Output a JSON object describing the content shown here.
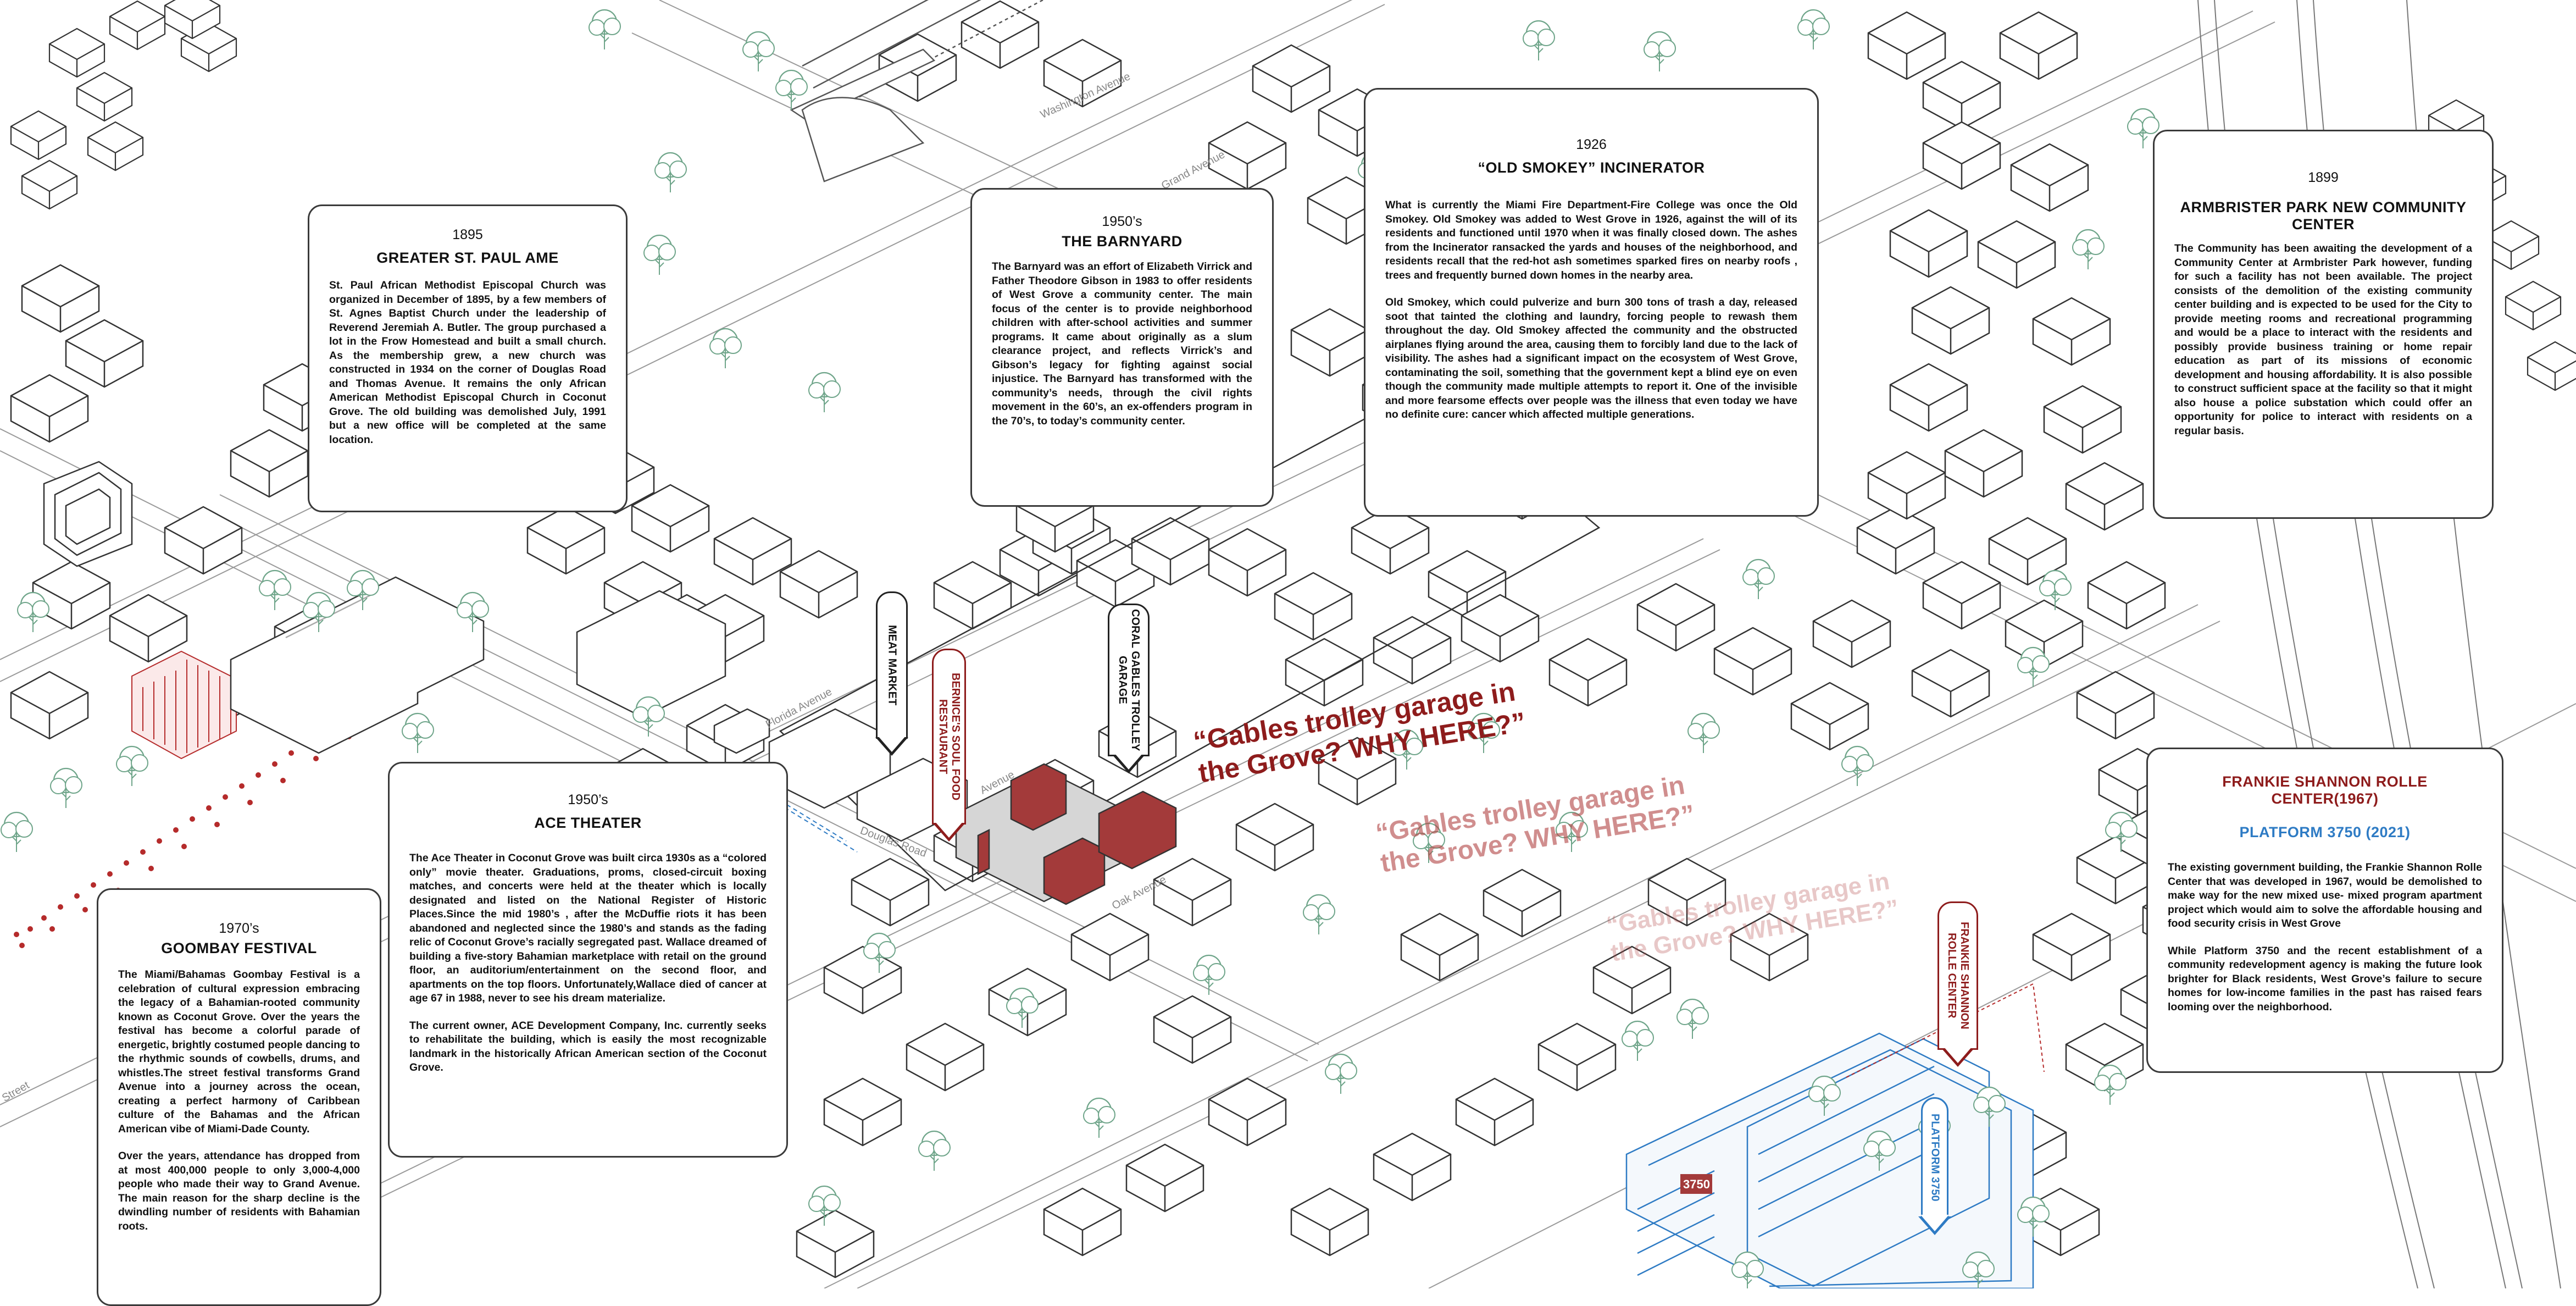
{
  "palette": {
    "card_border": "#3a3a3a",
    "accent_red": "#8e1c1c",
    "accent_blue": "#2e7bc4",
    "tree_green": "#6fa58a"
  },
  "cards": {
    "paul": {
      "year": "1895",
      "title": "GREATER ST. PAUL AME",
      "body": "St. Paul African Methodist Episcopal Church was organized in December of 1895, by a few members of St. Agnes Baptist Church under the leadership of Reverend Jeremiah A. Butler. The group purchased a lot in the Frow Homestead and built a small church. As the membership grew, a new church was constructed in 1934 on the corner of Douglas Road and Thomas Avenue. It remains the only African American Methodist Episcopal Church in Coconut Grove. The old building was demolished July, 1991 but a new office will be completed at the same location."
    },
    "barnyard": {
      "year": "1950’s",
      "title": "THE BARNYARD",
      "body": "The Barnyard was an effort of Elizabeth Virrick and Father Theodore Gibson in 1983 to offer residents of West Grove a community center. The main focus of the center is to provide neighborhood children with after-school activities and summer programs. It came about originally as a slum clearance project, and reflects Virrick’s and Gibson’s legacy for fighting against social injustice. The Barnyard has transformed with the community’s needs, through the civil rights movement in the 60’s, an ex-offenders program in the 70’s, to today’s community center."
    },
    "smokey": {
      "year": "1926",
      "title": "“OLD SMOKEY” INCINERATOR",
      "body1": "What is currently the Miami Fire Department-Fire College was once the Old Smokey. Old Smokey was added to West Grove in 1926, against the will of its residents and functioned until 1970 when it was finally closed down. The ashes from the Incinerator ransacked the yards and houses of the neighborhood, and residents recall that the red-hot ash sometimes sparked fires on nearby roofs , trees and frequently burned down homes in the nearby area.",
      "body2": "Old Smokey, which could pulverize and burn 300 tons of trash a day, released soot that tainted the clothing and laundry, forcing people to rewash them throughout the day. Old Smokey affected the community and the obstructed airplanes flying around the area, causing them to forcibly land due to the lack of visibility. The ashes had a significant impact on the ecosystem of West Grove, contaminating the soil, something that the government kept a blind eye on even though the community made multiple attempts to report it. One of the invisible and more fearsome effects over people was the illness that even today we have no definite cure: cancer which affected multiple generations."
    },
    "armbrister": {
      "year": "1899",
      "title": "ARMBRISTER PARK NEW COMMUNITY CENTER",
      "body": "The Community has been awaiting the development of a Community Center at Armbrister Park however, funding for such a facility has not been available. The project consists of the demolition of the existing community center building and is expected to be used for the City to provide meeting rooms and recreational programming and would be a place to interact with the residents and possibly provide business training or home repair education as part of its missions of economic development and housing affordability. It is also possible to construct sufficient space at the facility so that it might also house a police substation which could offer an opportunity for police to interact with residents on a regular basis."
    },
    "ace": {
      "year": "1950’s",
      "title": "ACE THEATER",
      "body1": "The Ace Theater in Coconut Grove was built circa 1930s as a “colored only” movie theater. Graduations, proms, closed-circuit boxing matches, and concerts were held at the theater which is locally designated and listed on the National Register of Historic Places.Since the mid 1980’s , after the McDuffie riots it has been abandoned and neglected since the 1980’s and stands as the fading relic of Coconut Grove’s racially segregated past. Wallace dreamed of building a five-story Bahamian marketplace with retail on the ground floor, an auditorium/entertainment on the second floor, and apartments on the top floors. Unfortunately,Wallace died of cancer at age 67 in 1988, never to see his dream materialize.",
      "body2": "The current owner, ACE Development Company, Inc. currently seeks to rehabilitate the building, which is easily the most recognizable landmark in the historically African American section of the Coconut Grove."
    },
    "goombay": {
      "year": "1970’s",
      "title": "GOOMBAY FESTIVAL",
      "body1": "The Miami/Bahamas Goombay Festival is a celebration of cultural expression embracing the legacy of a Bahamian-rooted community known as Coconut Grove. Over the years the festival has become a colorful parade of energetic, brightly costumed people dancing to the rhythmic sounds of cowbells, drums, and whistles.The street festival transforms Grand Avenue into a journey across the ocean, creating a perfect harmony of Caribbean culture of the Bahamas and the African American vibe of Miami-Dade County.",
      "body2": "Over the years, attendance has dropped from at most 400,000 people to only 3,000-4,000 people who made their way to Grand Avenue. The main reason for the sharp decline is the dwindling number of residents with Bahamian roots."
    },
    "rolle": {
      "title": "FRANKIE SHANNON ROLLE CENTER(1967)",
      "subtitle": "PLATFORM 3750 (2021)",
      "body1": "The existing government building, the Frankie Shannon Rolle Center that was developed in 1967, would be demolished to make way for the new mixed use- mixed program apartment project which would aim to solve the affordable housing and food security crisis in West Grove",
      "body2": "While Platform 3750 and the recent establishment of a community redevelopment agency is making the future look brighter for Black residents, West Grove’s failure to secure homes for low-income families in the past has raised fears looming over the neighborhood."
    }
  },
  "tags": {
    "meat": "MEAT MARKET",
    "bernice": "BERNICE'S SOUL FOOD RESTAURANT",
    "coral": "CORAL GABLES TROLLEY GARAGE",
    "frankie": "FRANKIE SHANNON ROLLE CENTER",
    "platform": "PLATFORM 3750"
  },
  "question": {
    "text": "“Gables trolley garage in\nthe Grove? WHY HERE?”"
  },
  "streets": {
    "washington": "Washington Avenue",
    "grand": "Grand Avenue",
    "florida": "Florida Avenue",
    "douglas": "Douglas Road",
    "oak": "Oak Avenue",
    "avenue": "Avenue",
    "street": "Street"
  },
  "building_label": "3750"
}
